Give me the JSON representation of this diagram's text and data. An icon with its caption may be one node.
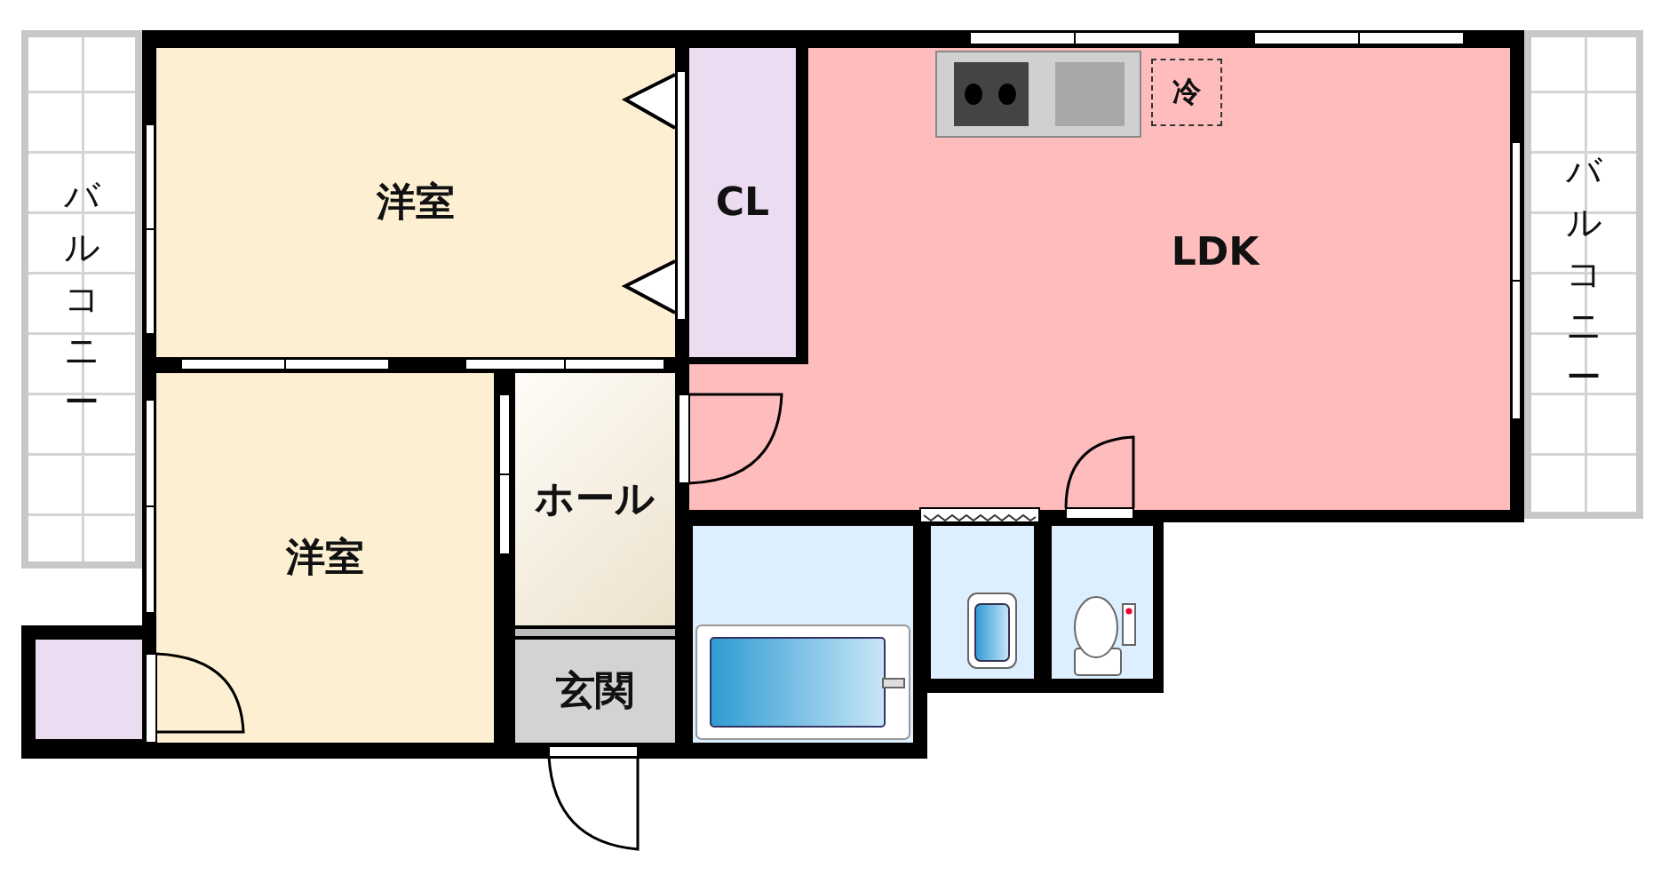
{
  "diagram": {
    "nodes": [
      {
        "text": [
          "バルコニー"
        ]
      },
      {
        "text": [
          "洋室"
        ]
      },
      {
        "text": [
          "CL"
        ]
      },
      {
        "text": [
          "LDK"
        ]
      },
      {
        "text": [
          "冷"
        ],
        "in": 3
      },
      {
        "text": [
          "バルコニー"
        ]
      },
      {
        "text": [
          "ホール"
        ]
      },
      {
        "text": [
          "洋室"
        ]
      },
      {
        "text": [],
        "shape": "box"
      },
      {
        "text": [
          "玄関"
        ]
      },
      {
        "text": [],
        "shape": "box"
      },
      {
        "text": [],
        "shape": "box"
      },
      {
        "text": [],
        "shape": "box"
      }
    ]
  }
}
